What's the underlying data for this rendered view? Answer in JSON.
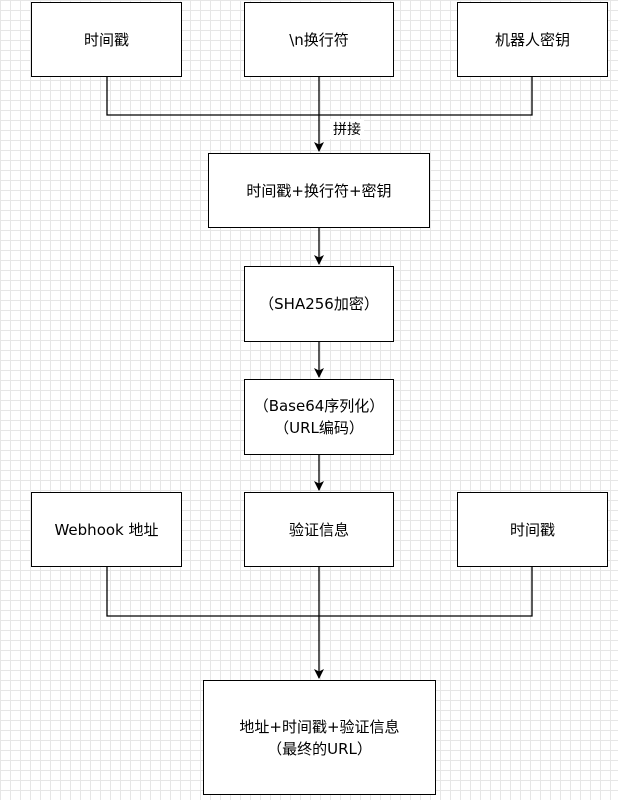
{
  "nodes": {
    "timestamp_top": "时间戳",
    "newline": "\\n换行符",
    "robot_secret": "机器人密钥",
    "concat_result": "时间戳+换行符+密钥",
    "sha256": "（SHA256加密）",
    "base64": "（Base64序列化）",
    "url_encode": "（URL编码）",
    "webhook": "Webhook 地址",
    "verify_info": "验证信息",
    "timestamp_bottom": "时间戳",
    "final_line1": "地址+时间戳+验证信息",
    "final_line2": "（最终的URL）"
  },
  "edges": {
    "concat_label": "拼接"
  },
  "colors": {
    "stroke": "#000000",
    "grid": "#e6e6e6",
    "node_fill": "#ffffff"
  }
}
